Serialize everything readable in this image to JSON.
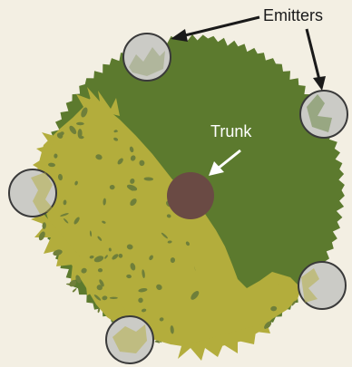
{
  "labels": {
    "emitters": "Emitters",
    "trunk": "Trunk"
  },
  "colors": {
    "background": "#f3efe3",
    "canopy_dark": "#5c7a2e",
    "canopy_light": "#b3ad3c",
    "leaf_spots": "#6f7f3a",
    "trunk": "#6a4a44",
    "emitter_fill": "#cbcbc6",
    "emitter_stroke": "#3a3a3a",
    "arrow_dark": "#1a1a1a",
    "arrow_light": "#ffffff"
  },
  "emitters": [
    {
      "name": "emitter-top"
    },
    {
      "name": "emitter-right-upper"
    },
    {
      "name": "emitter-left"
    },
    {
      "name": "emitter-right-lower"
    },
    {
      "name": "emitter-bottom"
    }
  ]
}
